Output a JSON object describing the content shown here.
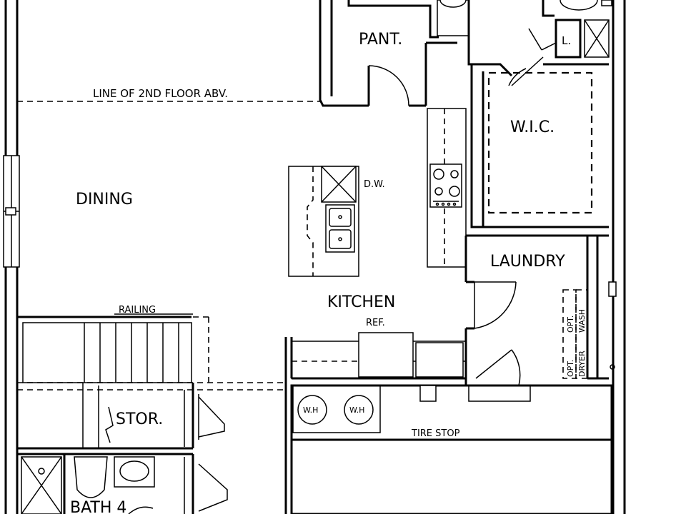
{
  "rooms": {
    "pantry": "PANT.",
    "linen": "L.",
    "wic": "W.I.C.",
    "dining": "DINING",
    "kitchen": "KITCHEN",
    "laundry": "LAUNDRY",
    "storage": "STOR.",
    "bath": "BATH 4"
  },
  "annotations": {
    "second_floor_line": "LINE OF 2ND FLOOR ABV.",
    "dishwasher": "D.W.",
    "refrigerator": "REF.",
    "railing": "RAILING",
    "tire_stop": "TIRE STOP",
    "water_heater_1": "W.H",
    "water_heater_2": "W.H",
    "opt_dryer_line1": "OPT.",
    "opt_dryer_line2": "DRYER",
    "opt_wash_line1": "OPT.",
    "opt_wash_line2": "WASH"
  }
}
